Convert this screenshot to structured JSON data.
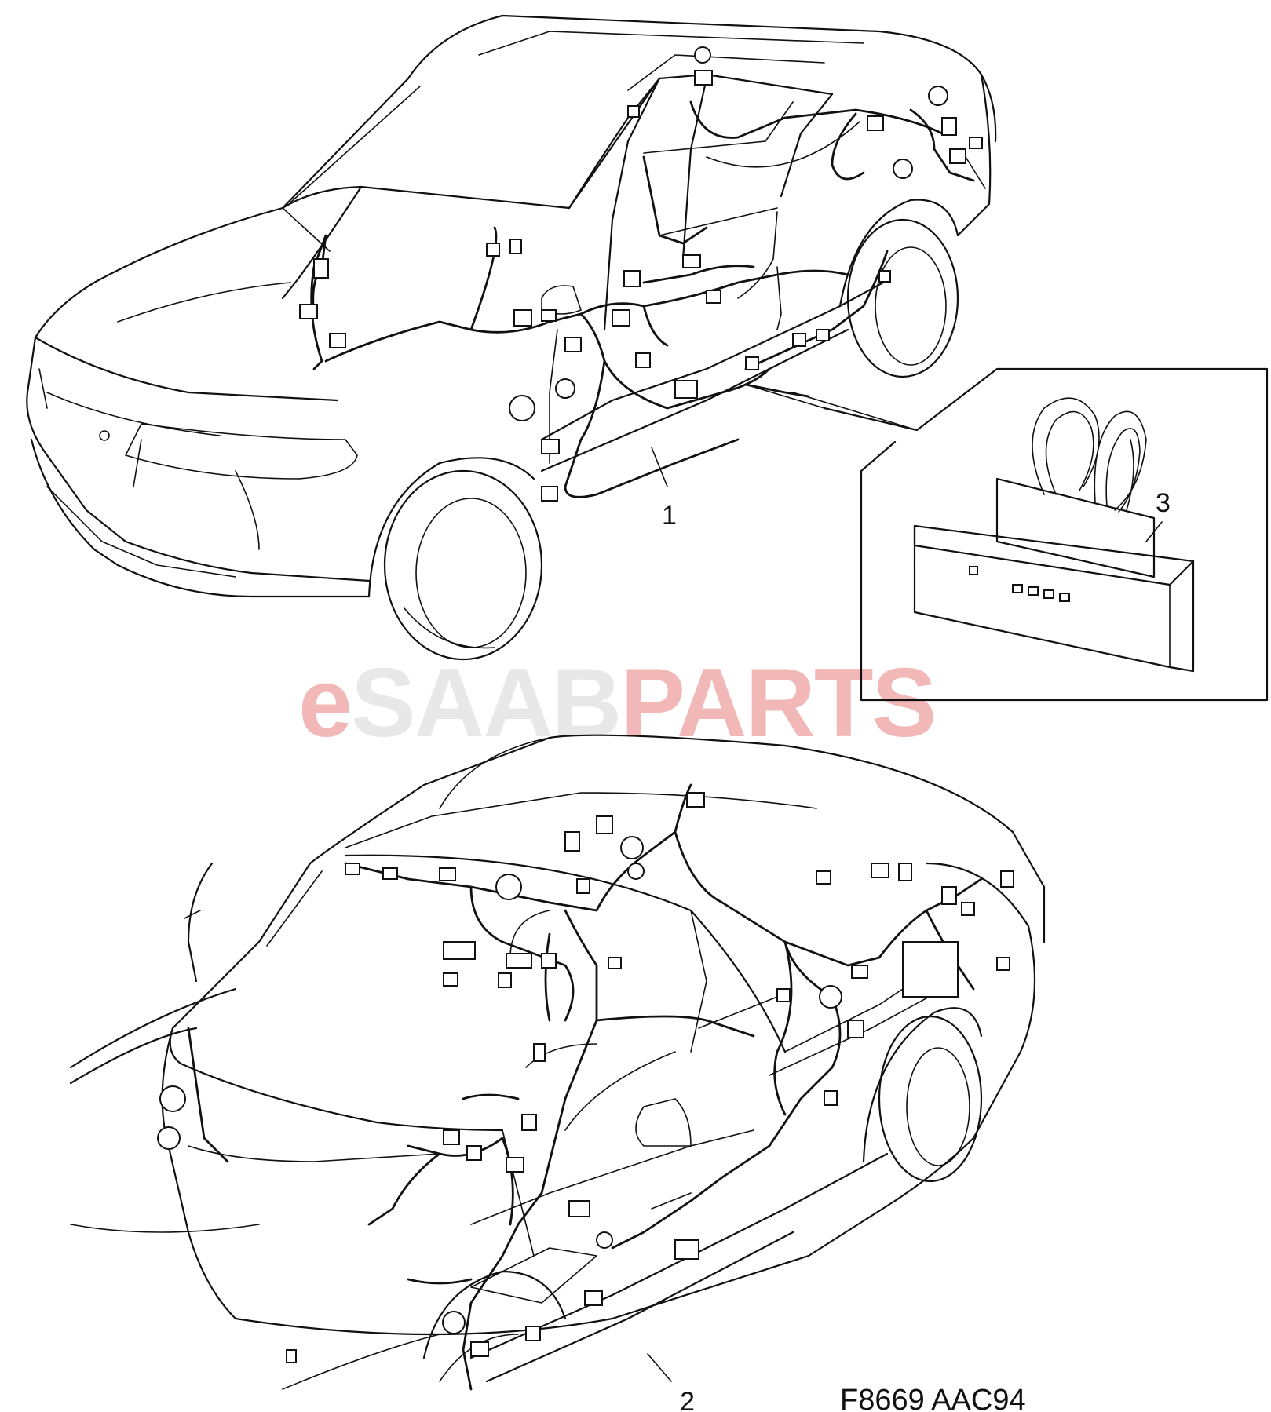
{
  "watermark": {
    "prefix": "e",
    "brand": "SAAB",
    "suffix": "PARTS",
    "colors": {
      "prefix": "#f2b8b8",
      "brand": "#e9e9e9",
      "suffix": "#f2b8b8"
    }
  },
  "callouts": [
    {
      "id": "1",
      "label": "1"
    },
    {
      "id": "2",
      "label": "2"
    },
    {
      "id": "3",
      "label": "3"
    }
  ],
  "figure_code": "F8669 AAC94",
  "colors": {
    "line": "#111111",
    "background": "#ffffff"
  }
}
